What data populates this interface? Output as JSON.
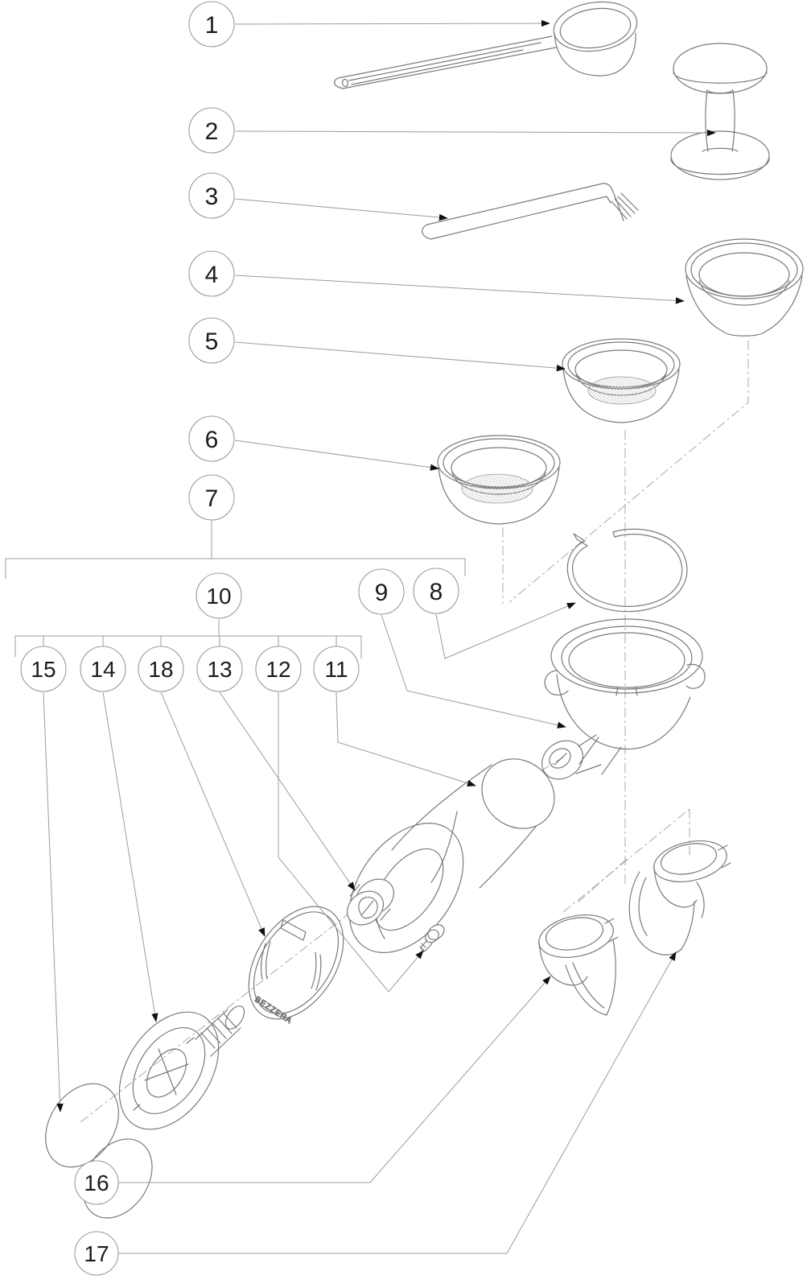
{
  "diagram": {
    "type": "exploded-parts-diagram",
    "subject": "Espresso machine portafilter and accessories",
    "brand_text": "BEZZERA",
    "colors": {
      "background": "#ffffff",
      "part_line": "#7a7a7a",
      "leader_line": "#9c9c9c",
      "construction_line": "#a8a8a8",
      "arrowhead": "#111111",
      "callout_text": "#1c1c1c"
    },
    "callouts": [
      {
        "label": "1",
        "part": "measuring-scoop"
      },
      {
        "label": "2",
        "part": "tamper"
      },
      {
        "label": "3",
        "part": "cleaning-brush"
      },
      {
        "label": "4",
        "part": "dosing-funnel"
      },
      {
        "label": "5",
        "part": "two-cup-filter-basket"
      },
      {
        "label": "6",
        "part": "one-cup-filter-basket"
      },
      {
        "label": "7",
        "part": "portafilter-assembly-group"
      },
      {
        "label": "8",
        "part": "basket-retaining-spring"
      },
      {
        "label": "9",
        "part": "portafilter-body"
      },
      {
        "label": "10",
        "part": "handle-assembly-group"
      },
      {
        "label": "11",
        "part": "handle"
      },
      {
        "label": "12",
        "part": "handle-screw"
      },
      {
        "label": "13",
        "part": "handle-bushing"
      },
      {
        "label": "14",
        "part": "handle-end-nut"
      },
      {
        "label": "15",
        "part": "handle-end-cap"
      },
      {
        "label": "16",
        "part": "single-spout"
      },
      {
        "label": "17",
        "part": "double-spout"
      },
      {
        "label": "18",
        "part": "badge-disc"
      }
    ]
  }
}
